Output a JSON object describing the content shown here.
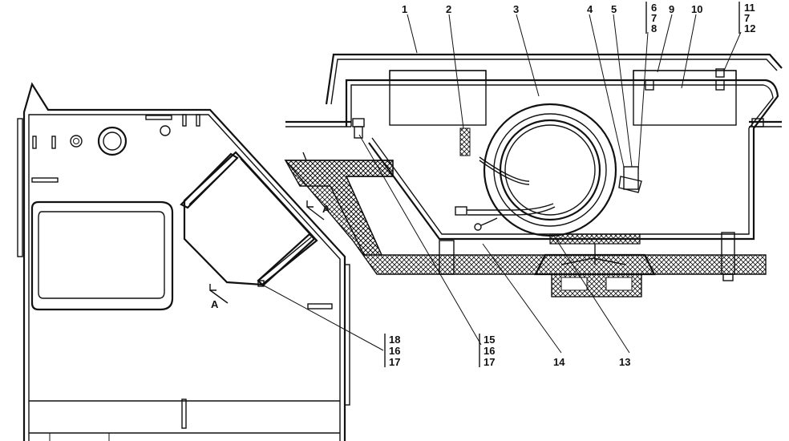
{
  "callouts": {
    "c1": "1",
    "c2": "2",
    "c3": "3",
    "c4": "4",
    "c5": "5",
    "c6_7_8": [
      "6",
      "7",
      "8"
    ],
    "c9": "9",
    "c10": "10",
    "c11_7_12": [
      "11",
      "7",
      "12"
    ],
    "c13": "13",
    "c14": "14",
    "c15_16_17": [
      "15",
      "16",
      "17"
    ],
    "c18_16_17": [
      "18",
      "16",
      "17"
    ]
  },
  "section_marks": {
    "a_upper": "A",
    "a_lower": "A"
  },
  "colors": {
    "line": "#111111",
    "background": "#ffffff",
    "insulation_hatch": "#111111"
  }
}
